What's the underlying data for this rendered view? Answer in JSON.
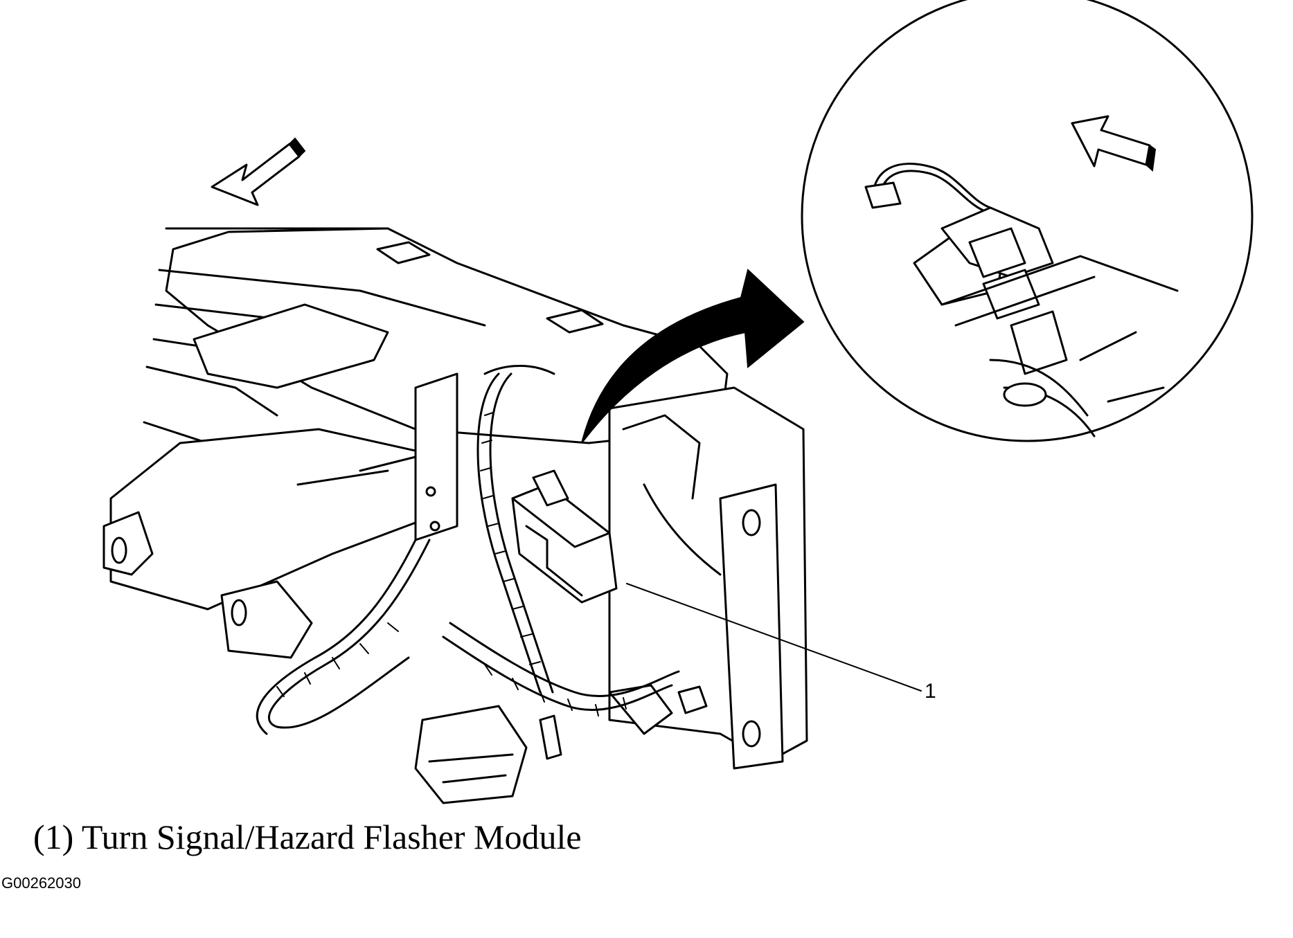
{
  "callouts": [
    {
      "number": "1",
      "name": "Turn Signal/Hazard Flasher Module"
    }
  ],
  "caption": "(1) Turn Signal/Hazard Flasher Module",
  "figure_id": "G00262030"
}
